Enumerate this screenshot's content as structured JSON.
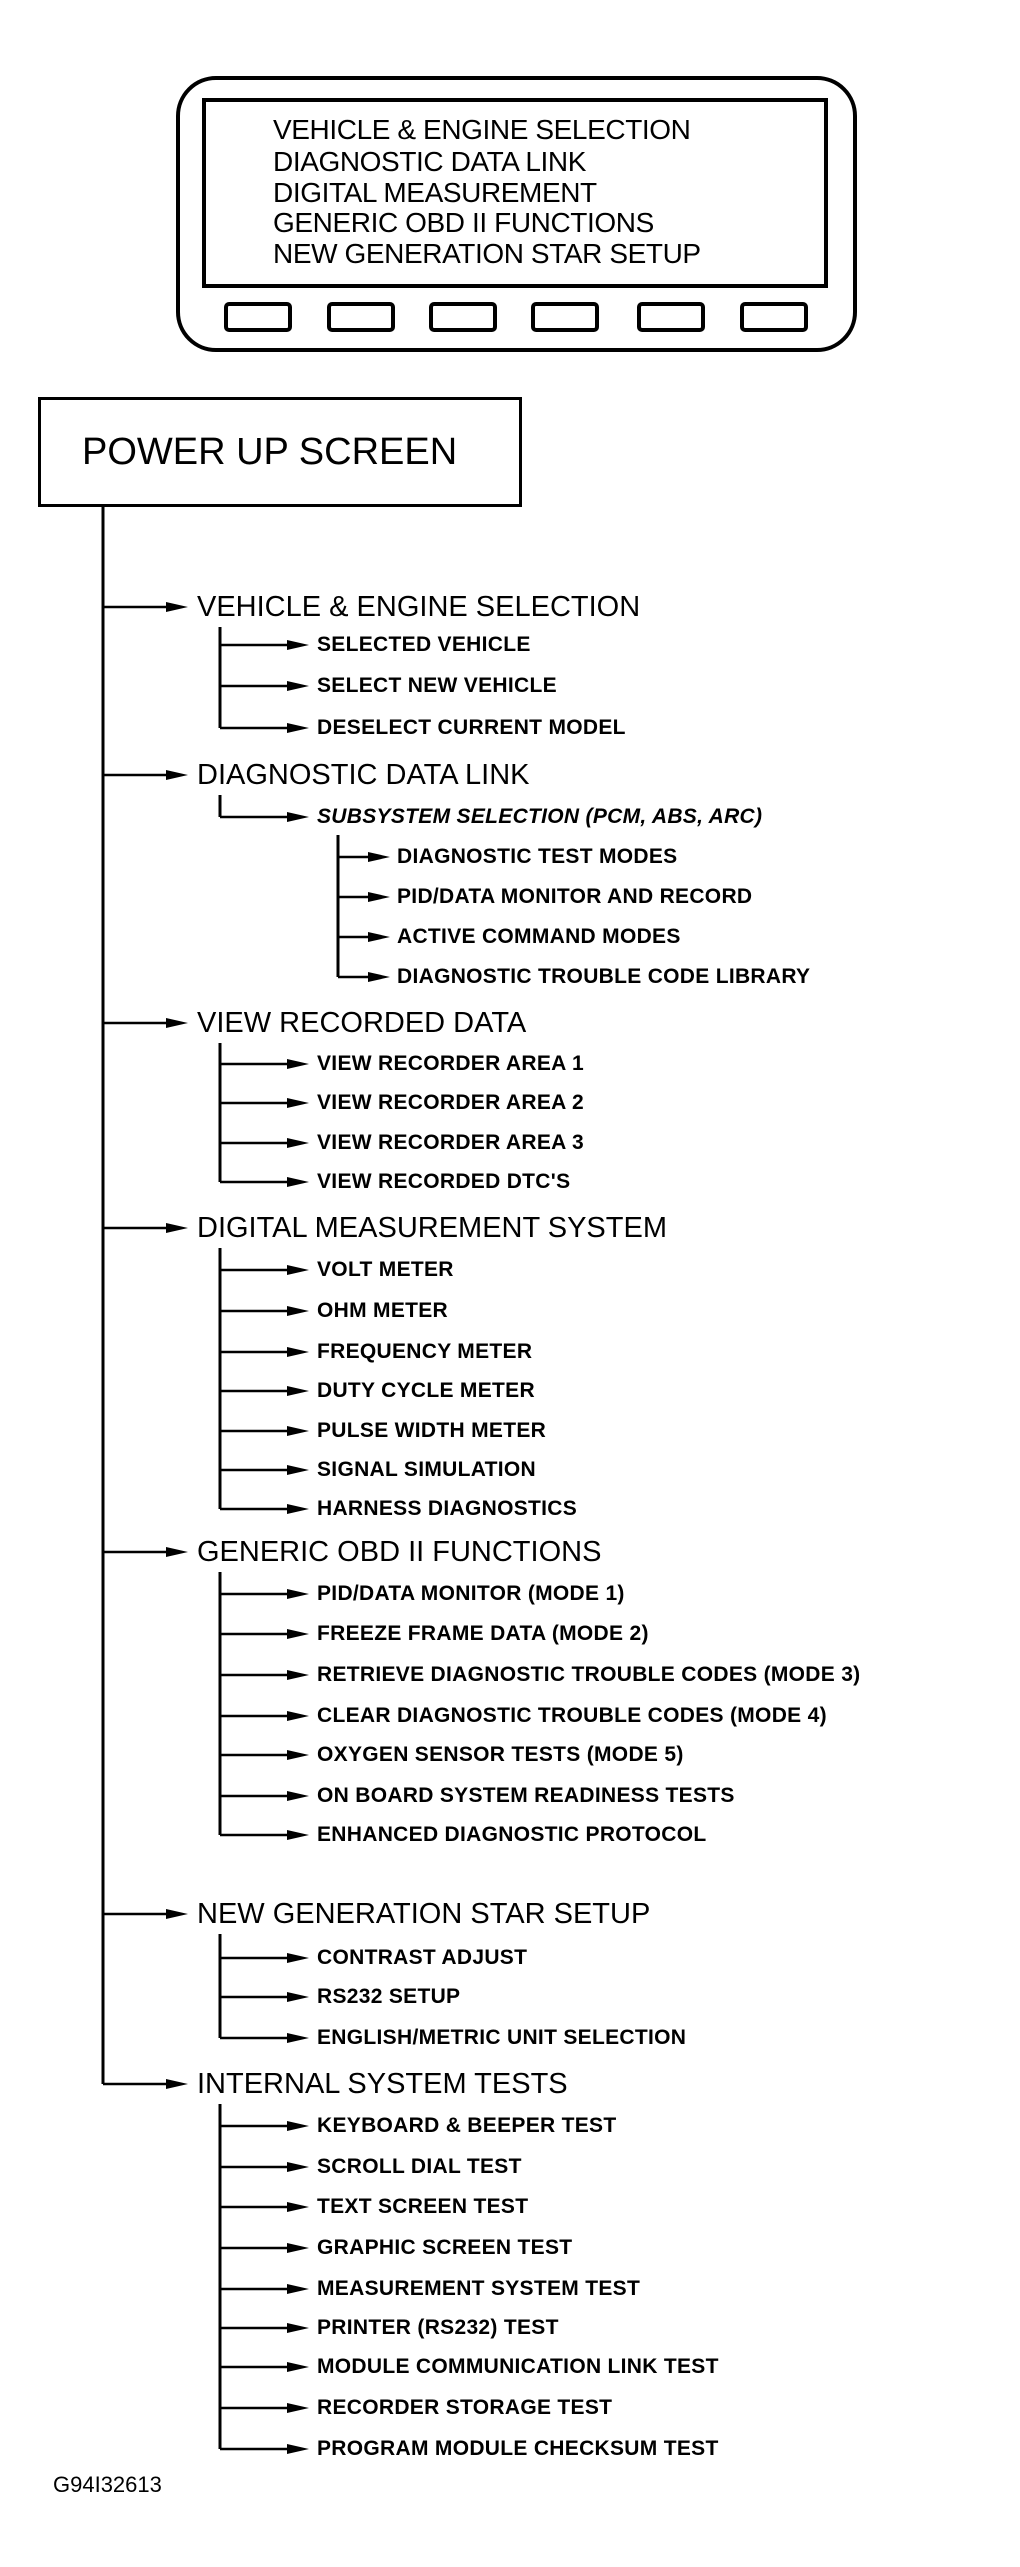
{
  "device": {
    "screen_lines": [
      "VEHICLE & ENGINE SELECTION",
      "DIAGNOSTIC DATA LINK",
      "DIGITAL MEASUREMENT",
      "GENERIC OBD II FUNCTIONS",
      "NEW GENERATION STAR SETUP"
    ],
    "button_count": 6
  },
  "tree": {
    "root": "POWER UP SCREEN",
    "sections": [
      {
        "label": "VEHICLE & ENGINE SELECTION",
        "children": [
          {
            "label": "SELECTED VEHICLE"
          },
          {
            "label": "SELECT NEW VEHICLE"
          },
          {
            "label": "DESELECT CURRENT MODEL"
          }
        ]
      },
      {
        "label": "DIAGNOSTIC DATA LINK",
        "children": [
          {
            "label": "SUBSYSTEM SELECTION (PCM, ABS, ARC)",
            "italic": true,
            "children": [
              {
                "label": "DIAGNOSTIC TEST MODES"
              },
              {
                "label": "PID/DATA MONITOR AND RECORD"
              },
              {
                "label": "ACTIVE COMMAND MODES"
              },
              {
                "label": "DIAGNOSTIC TROUBLE CODE LIBRARY"
              }
            ]
          }
        ]
      },
      {
        "label": "VIEW RECORDED DATA",
        "children": [
          {
            "label": "VIEW RECORDER AREA 1"
          },
          {
            "label": "VIEW RECORDER AREA 2"
          },
          {
            "label": "VIEW RECORDER AREA 3"
          },
          {
            "label": "VIEW RECORDED DTC'S"
          }
        ]
      },
      {
        "label": "DIGITAL MEASUREMENT SYSTEM",
        "children": [
          {
            "label": "VOLT METER"
          },
          {
            "label": "OHM METER"
          },
          {
            "label": "FREQUENCY METER"
          },
          {
            "label": "DUTY CYCLE METER"
          },
          {
            "label": "PULSE WIDTH METER"
          },
          {
            "label": "SIGNAL SIMULATION"
          },
          {
            "label": "HARNESS DIAGNOSTICS"
          }
        ]
      },
      {
        "label": "GENERIC OBD II FUNCTIONS",
        "children": [
          {
            "label": "PID/DATA MONITOR (MODE 1)"
          },
          {
            "label": "FREEZE FRAME DATA (MODE 2)"
          },
          {
            "label": "RETRIEVE DIAGNOSTIC TROUBLE CODES (MODE 3)"
          },
          {
            "label": "CLEAR DIAGNOSTIC TROUBLE CODES (MODE 4)"
          },
          {
            "label": "OXYGEN SENSOR TESTS (MODE 5)"
          },
          {
            "label": "ON BOARD SYSTEM READINESS TESTS"
          },
          {
            "label": "ENHANCED DIAGNOSTIC PROTOCOL"
          }
        ]
      },
      {
        "label": "NEW GENERATION STAR SETUP",
        "children": [
          {
            "label": "CONTRAST ADJUST"
          },
          {
            "label": "RS232 SETUP"
          },
          {
            "label": "ENGLISH/METRIC UNIT SELECTION"
          }
        ]
      },
      {
        "label": "INTERNAL SYSTEM TESTS",
        "children": [
          {
            "label": "KEYBOARD & BEEPER TEST"
          },
          {
            "label": "SCROLL DIAL TEST"
          },
          {
            "label": "TEXT SCREEN TEST"
          },
          {
            "label": "GRAPHIC SCREEN TEST"
          },
          {
            "label": "MEASUREMENT SYSTEM TEST"
          },
          {
            "label": "PRINTER (RS232) TEST"
          },
          {
            "label": "MODULE COMMUNICATION LINK TEST"
          },
          {
            "label": "RECORDER STORAGE TEST"
          },
          {
            "label": "PROGRAM MODULE CHECKSUM TEST"
          }
        ]
      }
    ]
  },
  "footer": {
    "figure_id": "G94I32613"
  }
}
